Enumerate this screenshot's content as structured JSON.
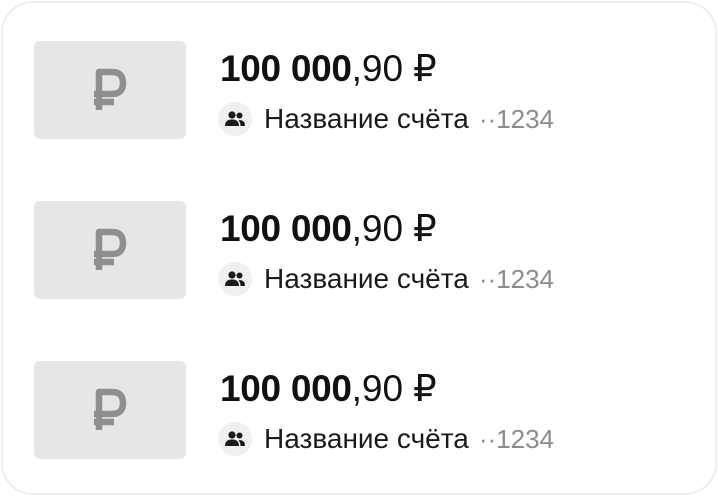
{
  "accounts": [
    {
      "amount_integer": "100 000",
      "amount_fraction": ",90",
      "currency_symbol": "₽",
      "currency_icon": "ruble-icon",
      "type_icon": "group-icon",
      "name": "Название счёта",
      "mask": "··1234"
    },
    {
      "amount_integer": "100 000",
      "amount_fraction": ",90",
      "currency_symbol": "₽",
      "currency_icon": "ruble-icon",
      "type_icon": "group-icon",
      "name": "Название счёта",
      "mask": "··1234"
    },
    {
      "amount_integer": "100 000",
      "amount_fraction": ",90",
      "currency_symbol": "₽",
      "currency_icon": "ruble-icon",
      "type_icon": "group-icon",
      "name": "Название счёта",
      "mask": "··1234"
    }
  ],
  "colors": {
    "tile_background": "#e6e6e9",
    "ruble_glyph": "#8f8f91",
    "text_primary": "#111111",
    "text_secondary": "#8c8c8c",
    "card_border": "#eeeeee"
  }
}
